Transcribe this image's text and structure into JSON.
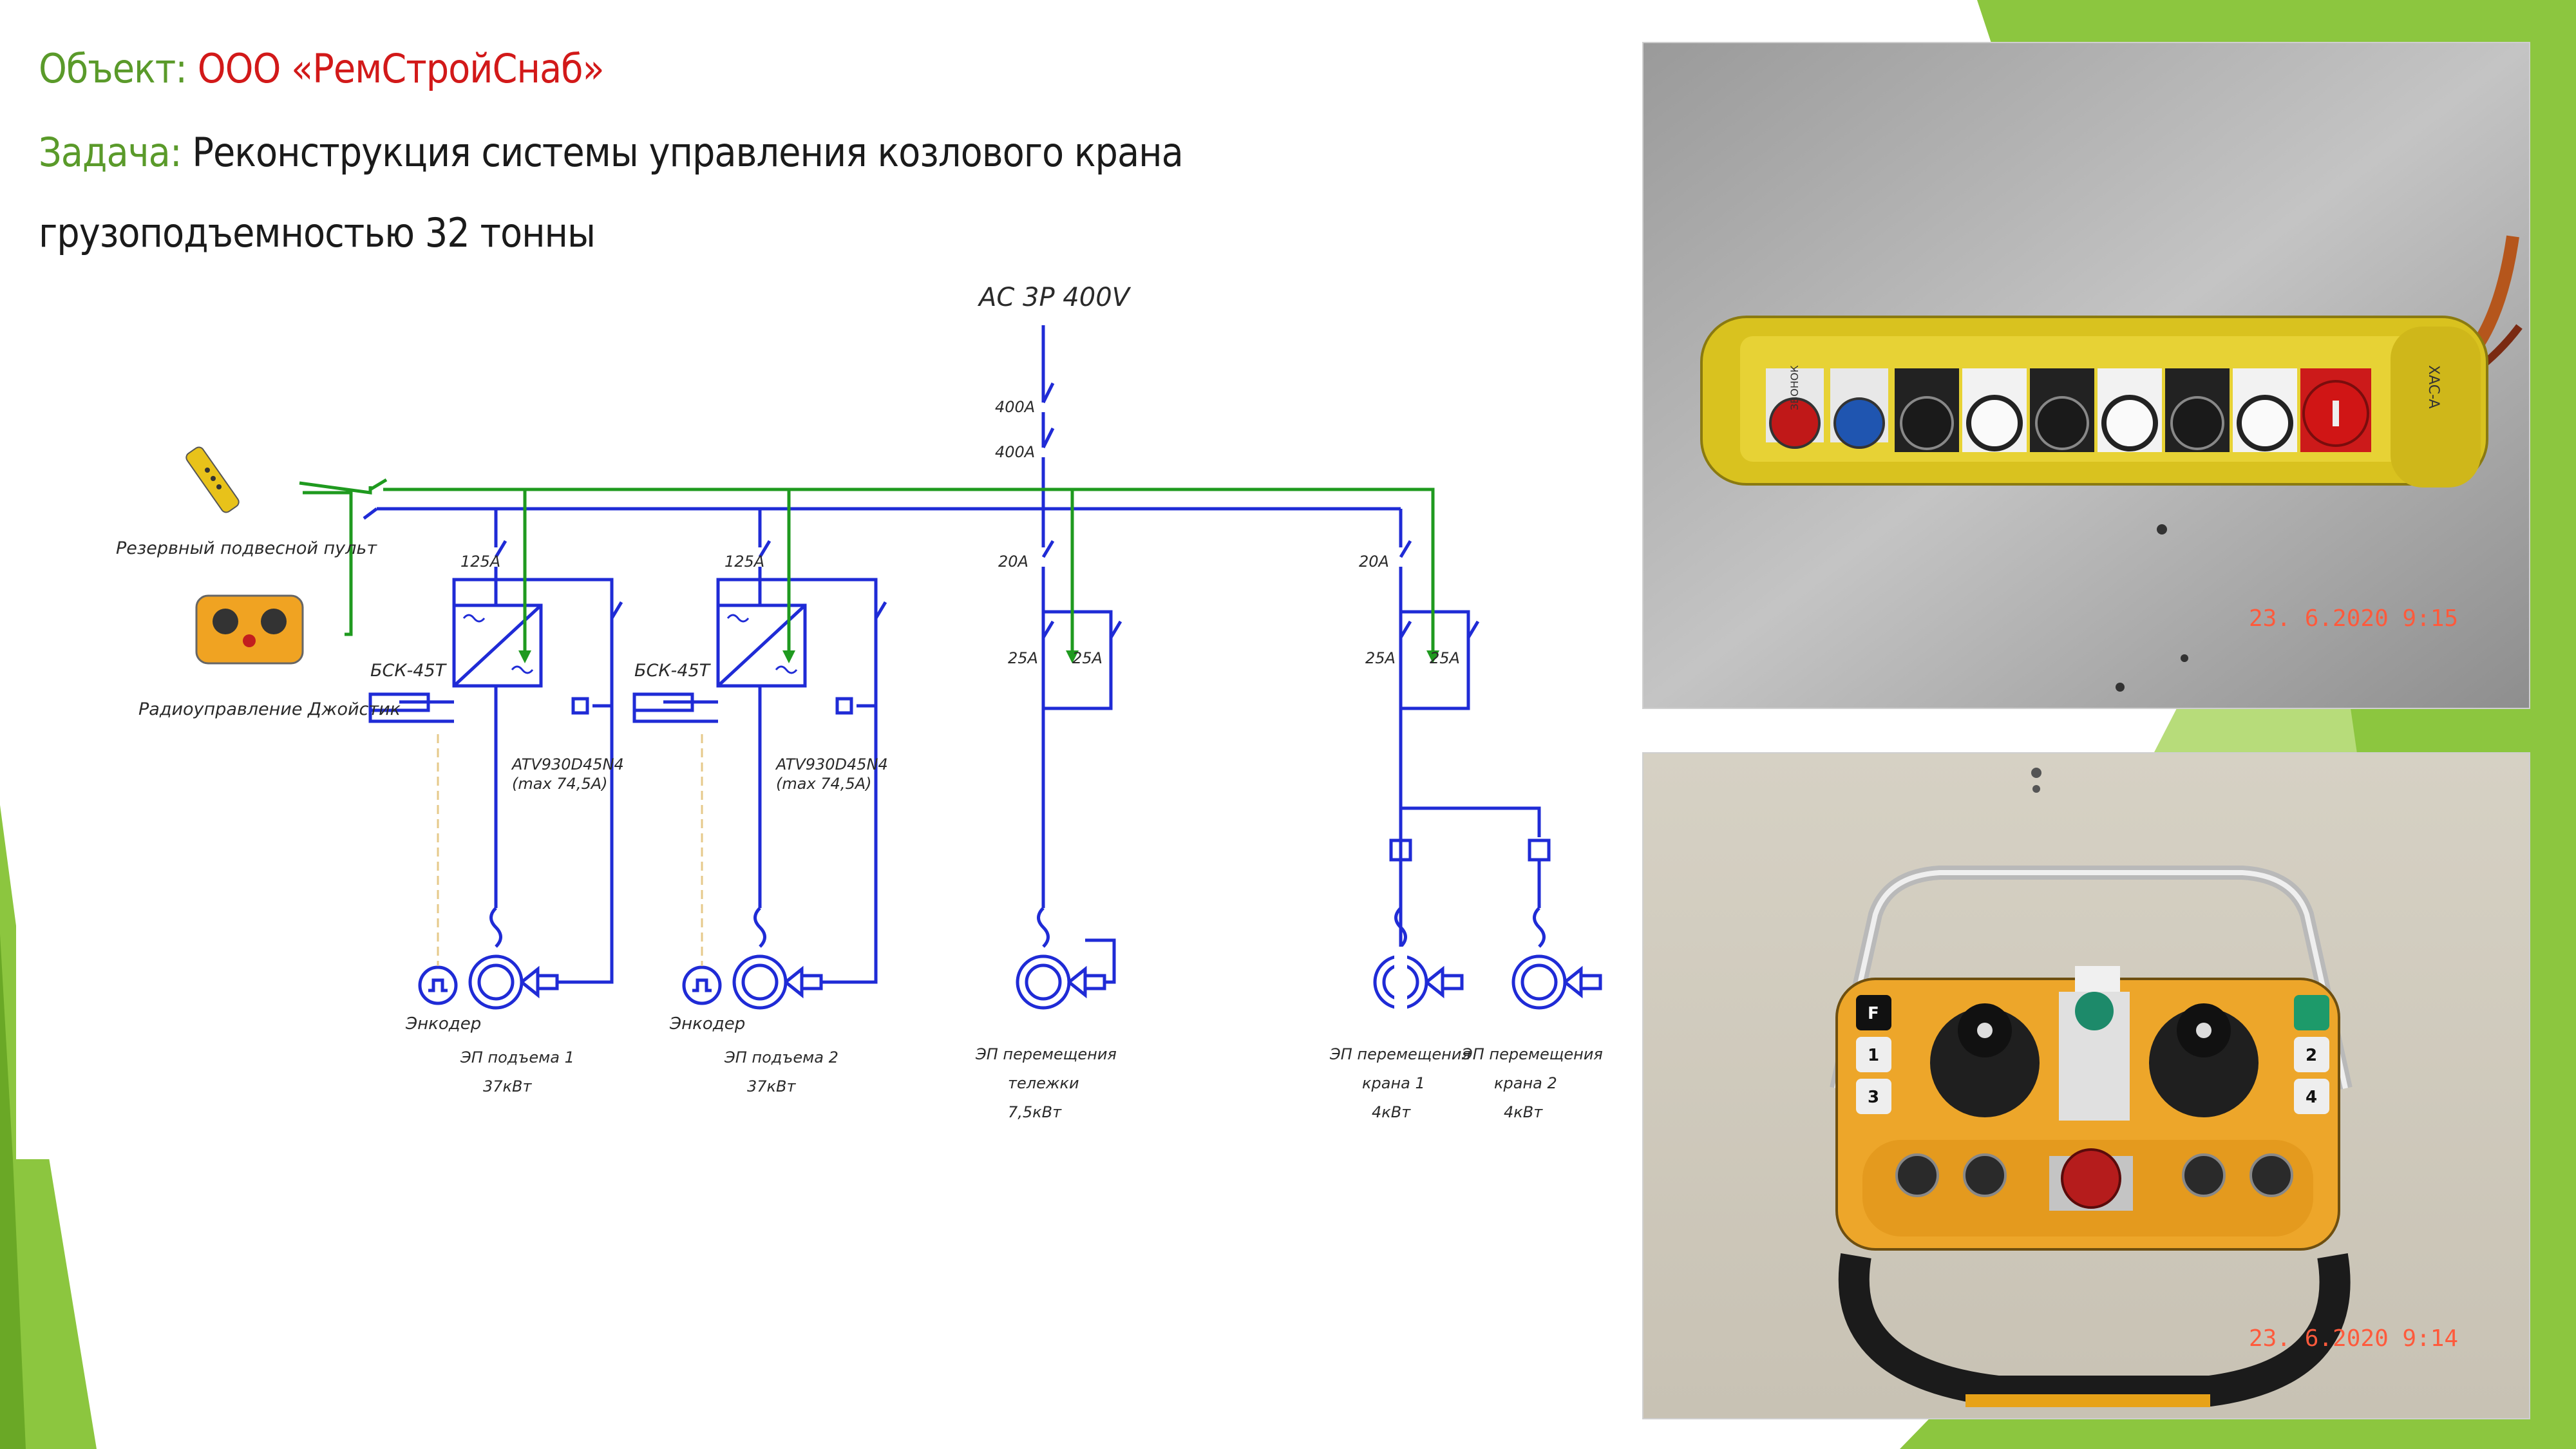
{
  "header": {
    "object_label": "Объект:",
    "object_value": "ООО «РемСтройСнаб»",
    "task_label": "Задача:",
    "task_value_line1": "Реконструкция системы управления козлового крана",
    "task_value_line2": "грузоподъемностью 32 тонны"
  },
  "diagram": {
    "supply": "AC 3P 400V",
    "breaker_main_1": "400A",
    "breaker_main_2": "400A",
    "breaker_hoist1": "125A",
    "breaker_hoist2": "125A",
    "breaker_trolley": "20A",
    "breaker_crane": "20A",
    "contactor_trolley_a": "25A",
    "contactor_trolley_b": "25A",
    "contactor_crane_a": "25A",
    "contactor_crane_b": "25A",
    "brake_resistor_1": "БСК-45Т",
    "brake_resistor_2": "БСК-45Т",
    "drive_1_model": "ATV930D45N4",
    "drive_1_max": "(max 74,5A)",
    "drive_2_model": "ATV930D45N4",
    "drive_2_max": "(max 74,5A)",
    "encoder_1": "Энкодер",
    "encoder_2": "Энкодер",
    "motor_hoist1_l1": "ЭП подъема 1",
    "motor_hoist1_l2": "37кВт",
    "motor_hoist2_l1": "ЭП подъема 2",
    "motor_hoist2_l2": "37кВт",
    "motor_trolley_l1": "ЭП перемещения",
    "motor_trolley_l2": "тележки",
    "motor_trolley_l3": "7,5кВт",
    "motor_crane1_l1": "ЭП перемещения",
    "motor_crane1_l2": "крана 1",
    "motor_crane1_l3": "4кВт",
    "motor_crane2_l1": "ЭП перемещения",
    "motor_crane2_l2": "крана 2",
    "motor_crane2_l3": "4кВт",
    "backup_pendant": "Резервный подвесной пульт",
    "radio_joystick": "Радиоуправление Джойстик"
  },
  "photos": {
    "pendant_datetime": "23. 6.2020   9:15",
    "pendant_button_label": "ЗВОНОК",
    "joystick_datetime": "23. 6.2020   9:14",
    "joystick_key_1": "1",
    "joystick_key_2": "2",
    "joystick_key_3": "3",
    "joystick_key_4": "4",
    "joystick_key_f": "F"
  },
  "colors": {
    "accent_green": "#5a9a2a",
    "accent_red": "#d21919",
    "wire_blue": "#1f2bd6",
    "wire_green": "#1f9a1f",
    "deco_green": "#8cc63f"
  }
}
